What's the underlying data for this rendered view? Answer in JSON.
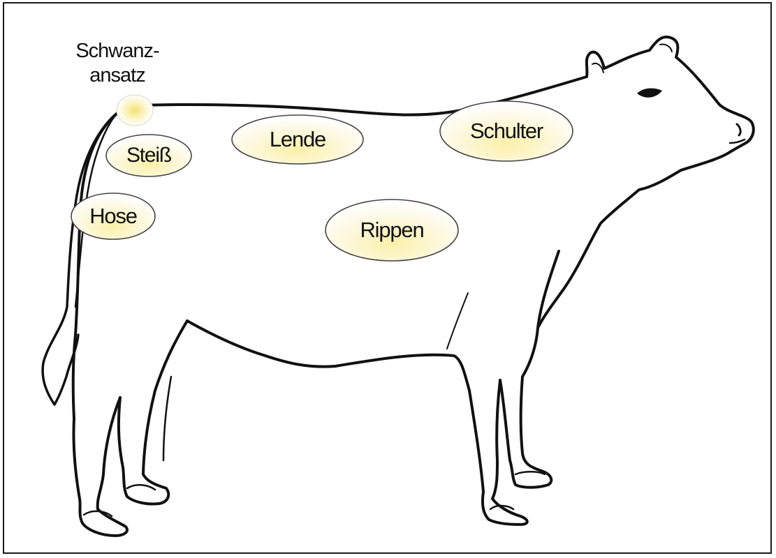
{
  "diagram": {
    "subject": "cow-outline",
    "accent_color": "#f7e98a",
    "outline_color": "#111111",
    "labels": {
      "tail_head": "Schwanz-\nansatz",
      "tail_head_line1": "Schwanz-",
      "tail_head_line2": "ansatz",
      "rump": "Steiß",
      "loin": "Lende",
      "shoulder": "Schulter",
      "thigh": "Hose",
      "ribs": "Rippen"
    }
  }
}
